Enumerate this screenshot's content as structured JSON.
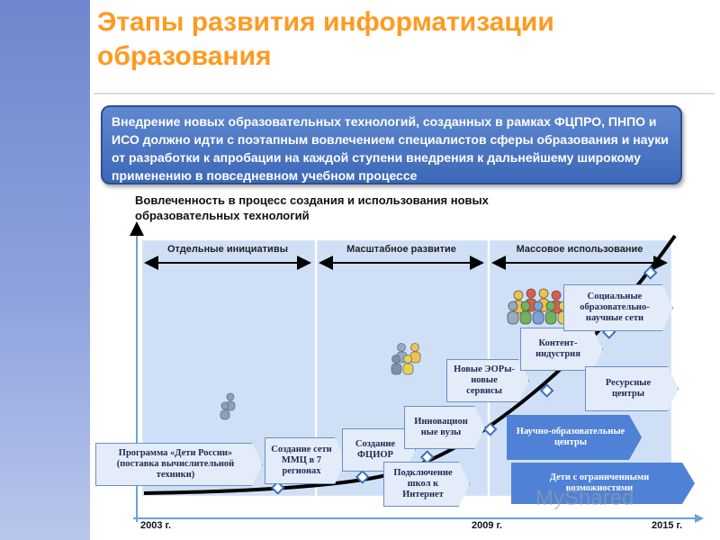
{
  "slide": {
    "title_line1": "Этапы развития информатизации",
    "title_line2": "образования",
    "banner_text": "Внедрение новых образовательных технологий, созданных в рамках ФЦПРО, ПНПО и ИСО должно идти с поэтапным вовлечением специалистов сферы образования и науки от разработки к апробации на каждой ступени внедрения к дальнейшему широкому применению в повседневном учебном процессе",
    "chart_title": "Вовлеченность в процесс создания и использования новых образовательных технологий"
  },
  "stages": [
    {
      "label": "Отдельные инициативы"
    },
    {
      "label": "Масштабное развитие"
    },
    {
      "label": "Массовое использование"
    }
  ],
  "years": {
    "y1": "2003 г.",
    "y2": "2009 г.",
    "y3": "2015 г."
  },
  "milestones": [
    {
      "text": "Программа «Дети России» (поставка вычислительной техники)"
    },
    {
      "text": "Создание сети ММЦ в 7 регионах"
    },
    {
      "text": "Создание ФЦИОР"
    },
    {
      "text": "Подключение школ к Интернет"
    },
    {
      "text": "Инновацион ные вузы"
    },
    {
      "text": "Новые ЭОРы-новые сервисы"
    },
    {
      "text": "Контент-индустрия"
    },
    {
      "text": "Социальные образовательно-научные сети"
    },
    {
      "text": "Ресурсные центры"
    },
    {
      "text": "Научно-образовательные центры"
    },
    {
      "text": "Дети с ограниченными возможностями"
    }
  ],
  "watermark": "MyShared",
  "colors": {
    "title": "#ff9a1f",
    "banner": "#3d68b8",
    "zone": "#cfe0f6",
    "accent_box": "#4f82d6"
  }
}
